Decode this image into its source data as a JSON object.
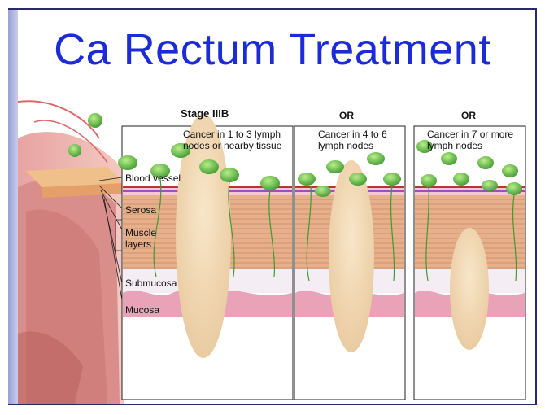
{
  "title": "Ca Rectum Treatment",
  "figure": {
    "heading": "Stage IIIB",
    "or_1": "OR",
    "or_2": "OR",
    "panels": [
      {
        "caption": "Cancer in 1 to 3 lymph nodes or nearby tissue"
      },
      {
        "caption": "Cancer in 4 to 6 lymph nodes"
      },
      {
        "caption": "Cancer in 7 or more lymph nodes"
      }
    ],
    "layer_labels": {
      "blood_vessel": "Blood vessel",
      "serosa": "Serosa",
      "muscle_layers": "Muscle layers",
      "submucosa": "Submucosa",
      "mucosa": "Mucosa"
    }
  },
  "colors": {
    "title": "#1b2bd6",
    "frame": "#2a2a6a"
  }
}
